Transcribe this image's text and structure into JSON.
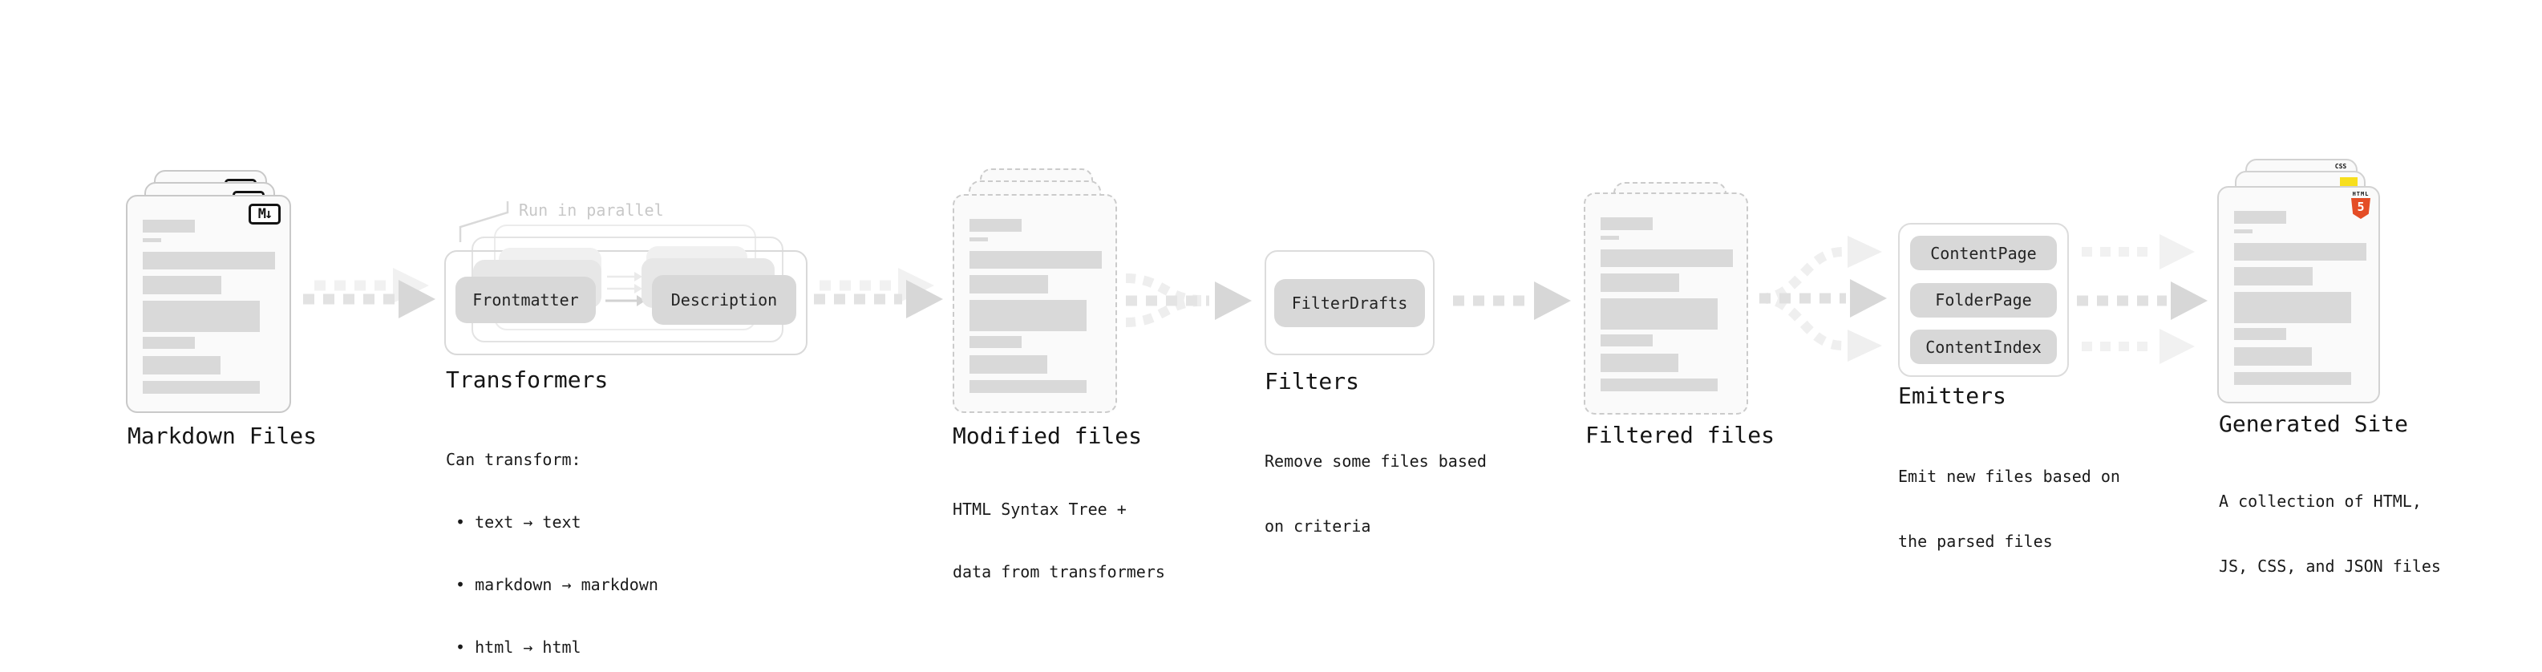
{
  "stages": {
    "markdown": {
      "label": "Markdown Files",
      "badge": "M↓"
    },
    "transformers": {
      "label": "Transformers",
      "note": "Run in parallel",
      "pill_from": "Frontmatter",
      "pill_to": "Description",
      "desc_lines": [
        "Can transform:",
        " • text → text",
        " • markdown → markdown",
        " • html → html"
      ]
    },
    "modified": {
      "label": "Modified files",
      "desc_lines": [
        "HTML Syntax Tree +",
        "data from transformers"
      ]
    },
    "filters": {
      "label": "Filters",
      "pill": "FilterDrafts",
      "desc_lines": [
        "Remove some files based",
        "on criteria"
      ]
    },
    "filtered": {
      "label": "Filtered files"
    },
    "emitters": {
      "label": "Emitters",
      "pills": [
        "ContentPage",
        "FolderPage",
        "ContentIndex"
      ],
      "desc_lines": [
        "Emit new files based on",
        "the parsed files"
      ]
    },
    "generated": {
      "label": "Generated Site",
      "badge_css": "CSS",
      "badge_html_word": "HTML",
      "badge_html_num": "5",
      "desc_lines": [
        "A collection of HTML,",
        "JS, CSS, and JSON files"
      ]
    }
  },
  "colors": {
    "bar_gray": "#d9d9d9",
    "pill_gray": "#d8d8d8",
    "card_bg": "#fafafa",
    "arrow_gray": "#d7d7d7",
    "arrow_light": "#f1f1f1",
    "note_gray": "#c8c8c8",
    "html5_orange": "#e44d26",
    "js_yellow": "#f7df1e",
    "css_blue": "#2965f1"
  }
}
